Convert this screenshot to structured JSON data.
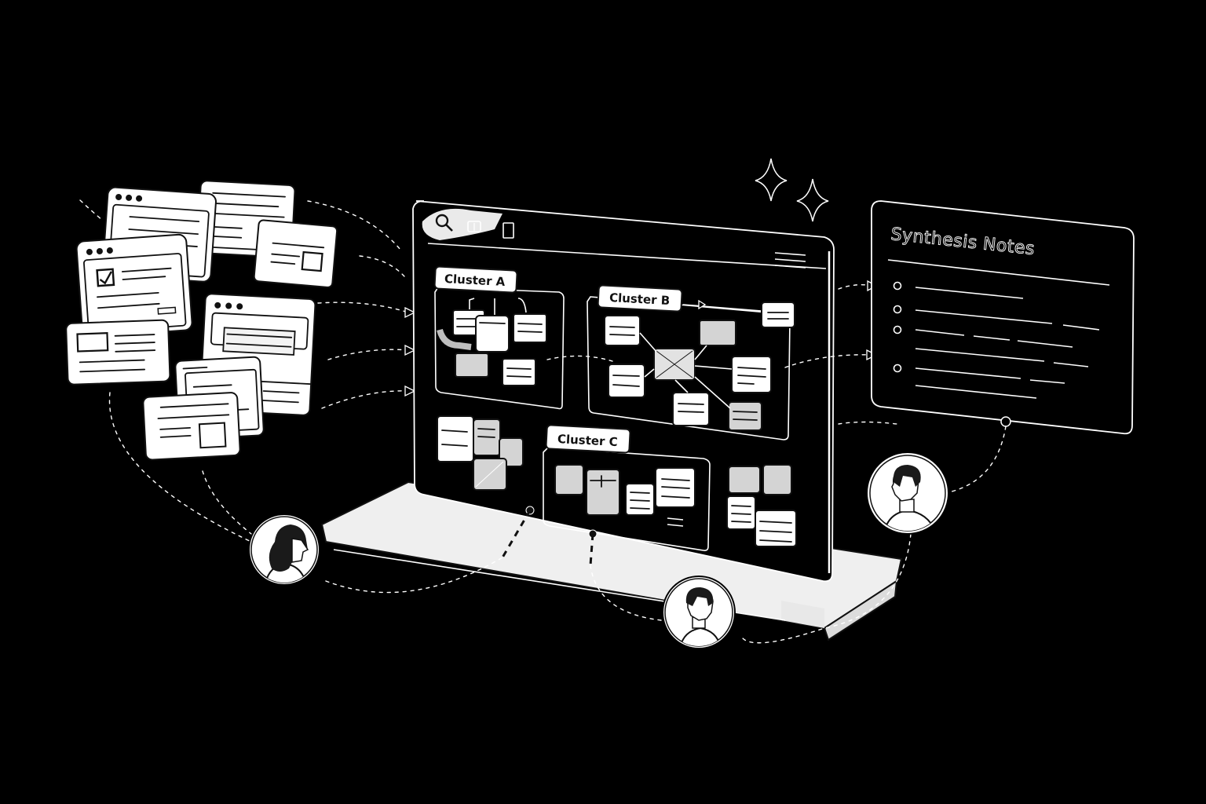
{
  "scene": {
    "background": "#000000",
    "accent": "#ffffff",
    "card_fill": "#ffffff",
    "card_gray": "#d4d4d4"
  },
  "main_window": {
    "toolbar_icons": [
      "search-icon",
      "book-icon",
      "page-icon"
    ],
    "menu_icon": "hamburger-menu-icon",
    "clusters": [
      {
        "id": "A",
        "label": "Cluster A",
        "card_count": 6
      },
      {
        "id": "B",
        "label": "Cluster B",
        "card_count": 9
      },
      {
        "id": "C",
        "label": "Cluster C",
        "card_count": 5
      }
    ]
  },
  "notes_panel": {
    "title": "Synthesis Notes",
    "bullets": 4
  },
  "source_documents": {
    "count": 8
  },
  "collaborators": [
    {
      "name": "collaborator-woman",
      "icon": "avatar-woman-icon"
    },
    {
      "name": "collaborator-man-center",
      "icon": "avatar-man-icon"
    },
    {
      "name": "collaborator-man-right",
      "icon": "avatar-man-icon"
    }
  ],
  "decorations": [
    "sparkle-icon",
    "sparkle-icon"
  ]
}
